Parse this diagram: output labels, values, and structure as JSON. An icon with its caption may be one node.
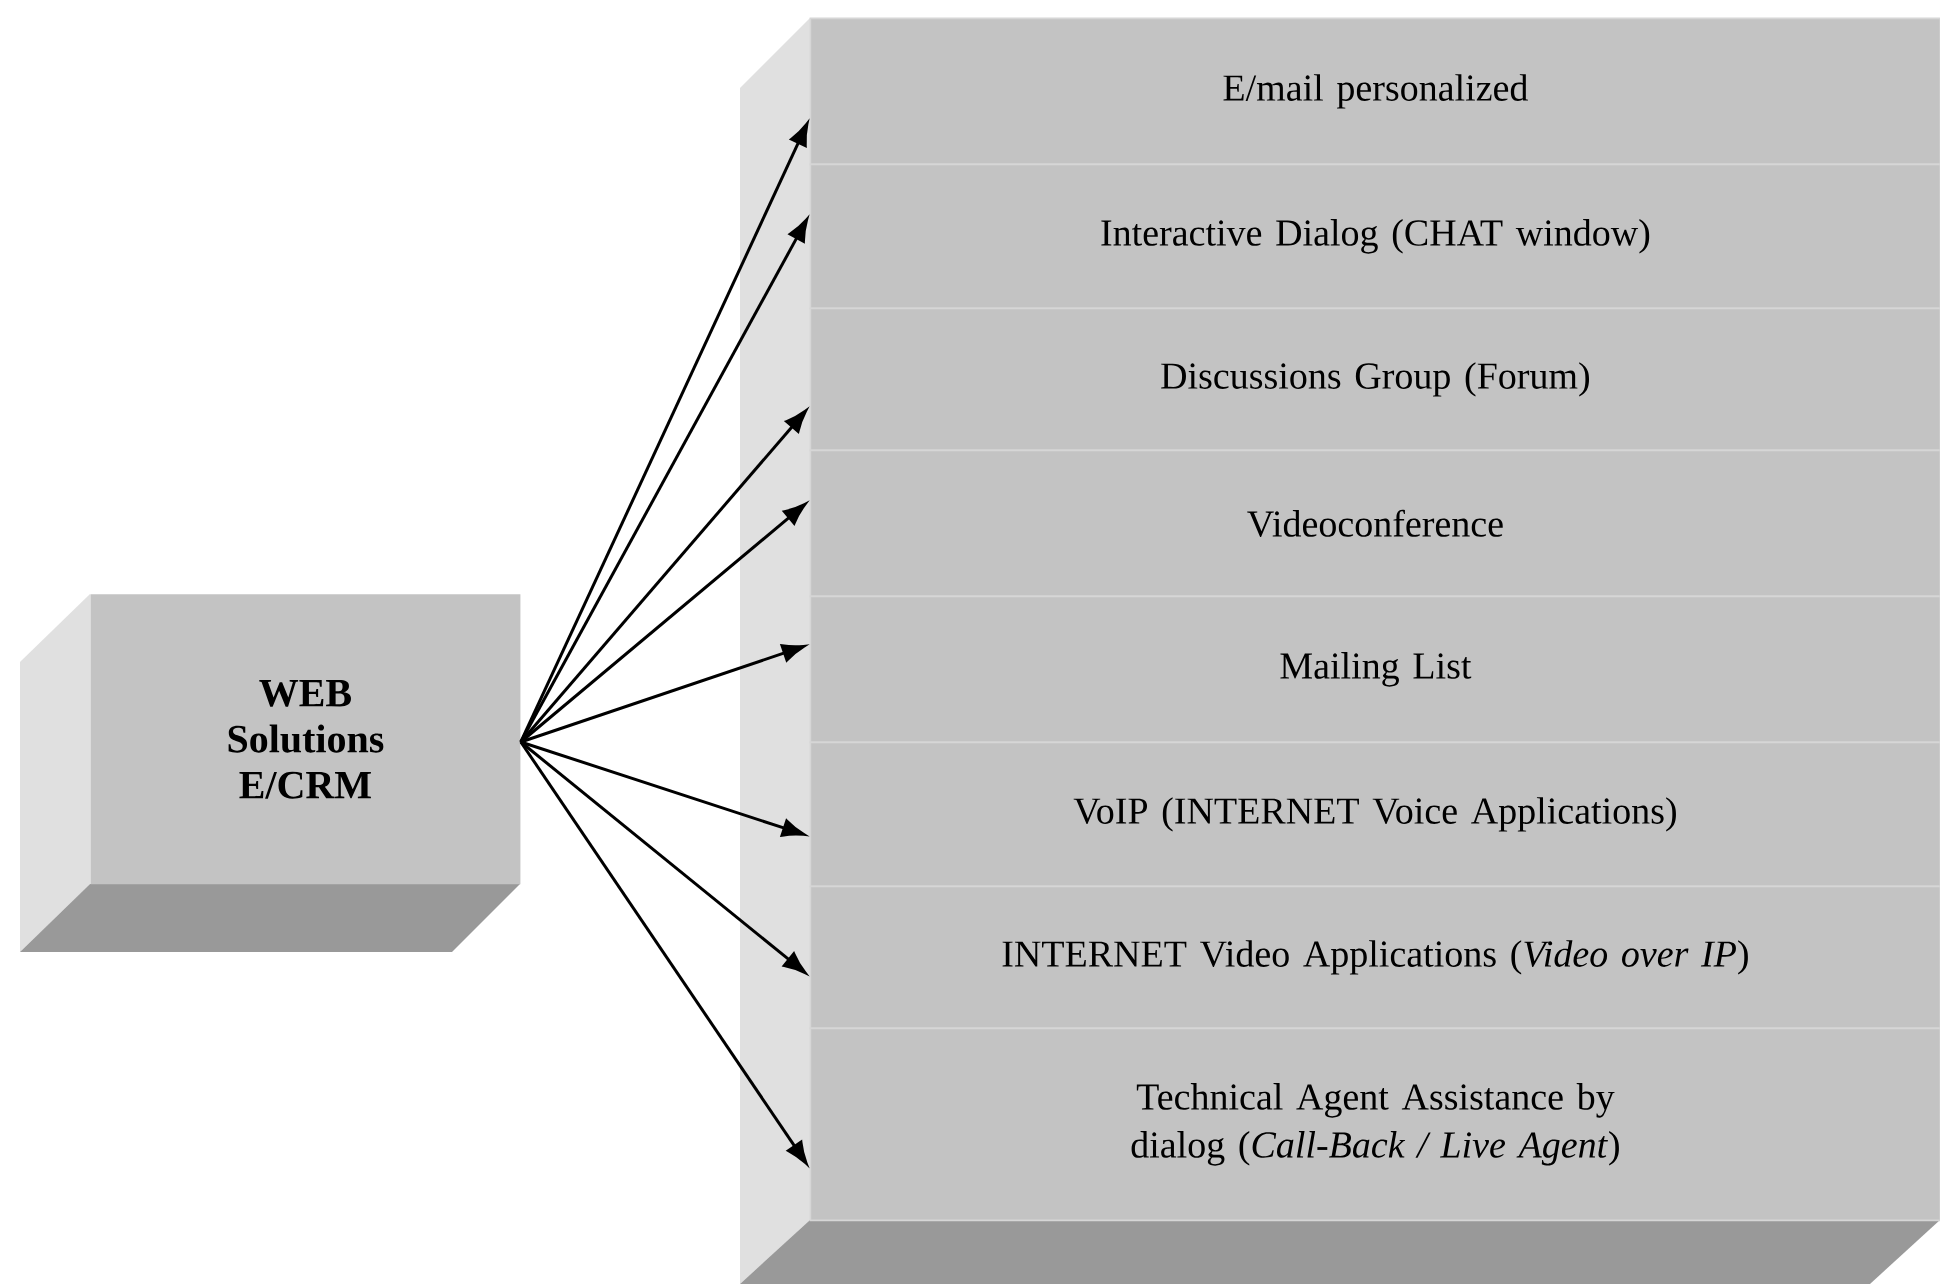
{
  "diagram": {
    "nodes": [
      {
        "text": [
          "WEB Solutions E/CRM"
        ]
      },
      {
        "text": [],
        "shape": "box"
      },
      {
        "text": [
          "E/mail personalized"
        ],
        "in": 1
      },
      {
        "text": [
          "Interactive Dialog (CHAT window)"
        ],
        "in": 1
      },
      {
        "text": [
          "Discussions Group (Forum)"
        ],
        "in": 1
      },
      {
        "text": [
          "Videoconference"
        ],
        "in": 1
      },
      {
        "text": [
          "Mailing List"
        ],
        "in": 1
      },
      {
        "text": [
          "VoIP (INTERNET Voice Applications)"
        ],
        "in": 1
      },
      {
        "text": [
          "INTERNET Video Applications (*Video over IP*)"
        ],
        "in": 1
      },
      {
        "text": [
          "Technical Agent Assistance by dialog (*Call-Back / Live Agent*)"
        ],
        "in": 1
      }
    ],
    "edges": [
      {
        "from": 0,
        "to": 2,
        "arrow": "to"
      },
      {
        "from": 0,
        "to": 3,
        "arrow": "to"
      },
      {
        "from": 0,
        "to": 4,
        "arrow": "to"
      },
      {
        "from": 0,
        "to": 5,
        "arrow": "to"
      },
      {
        "from": 0,
        "to": 6,
        "arrow": "to"
      },
      {
        "from": 0,
        "to": 7,
        "arrow": "to"
      },
      {
        "from": 0,
        "to": 8,
        "arrow": "to"
      },
      {
        "from": 0,
        "to": 9,
        "arrow": "to"
      }
    ]
  }
}
